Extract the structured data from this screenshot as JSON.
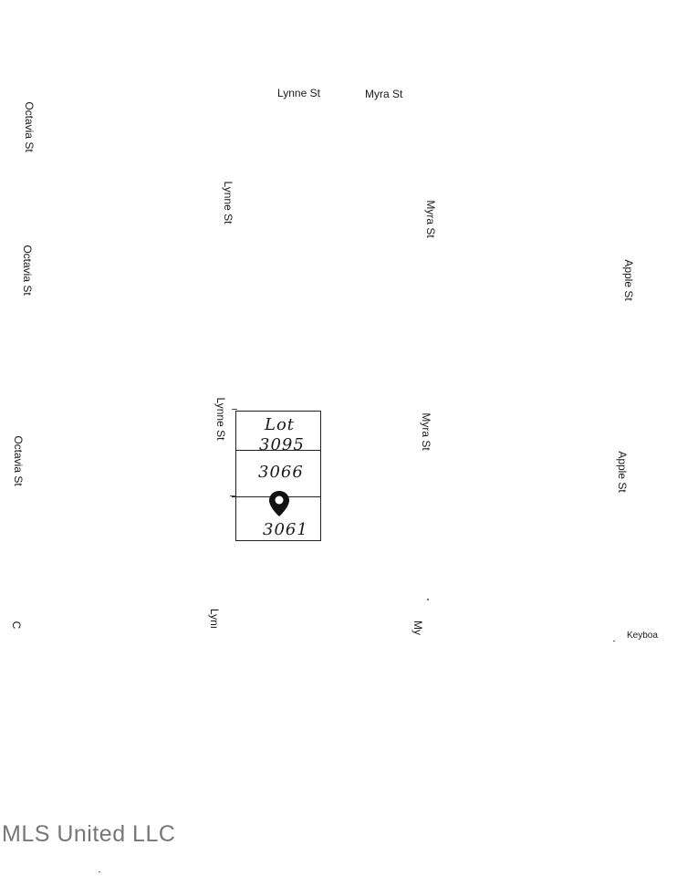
{
  "streets": {
    "lynne_top": "Lynne St",
    "myra_top": "Myra St",
    "octavia_1": "Octavia St",
    "octavia_2": "Octavia St",
    "octavia_3": "Octavia St",
    "octavia_4": "C",
    "lynne_2": "Lynne St",
    "lynne_3": "Lynne St",
    "lynne_4": "Lynı",
    "myra_2": "Myra St",
    "myra_3": "Myra St",
    "myra_4": "My",
    "apple_1": "Apple St",
    "apple_2": "Apple St",
    "keyboard": "Keyboa"
  },
  "lots": {
    "lot_label": "Lot",
    "lot_a": "3095",
    "lot_b": "3066",
    "lot_c": "3061"
  },
  "marker": {
    "icon": "map-pin-icon",
    "color": "#111111"
  },
  "watermark": "MLS United LLC"
}
